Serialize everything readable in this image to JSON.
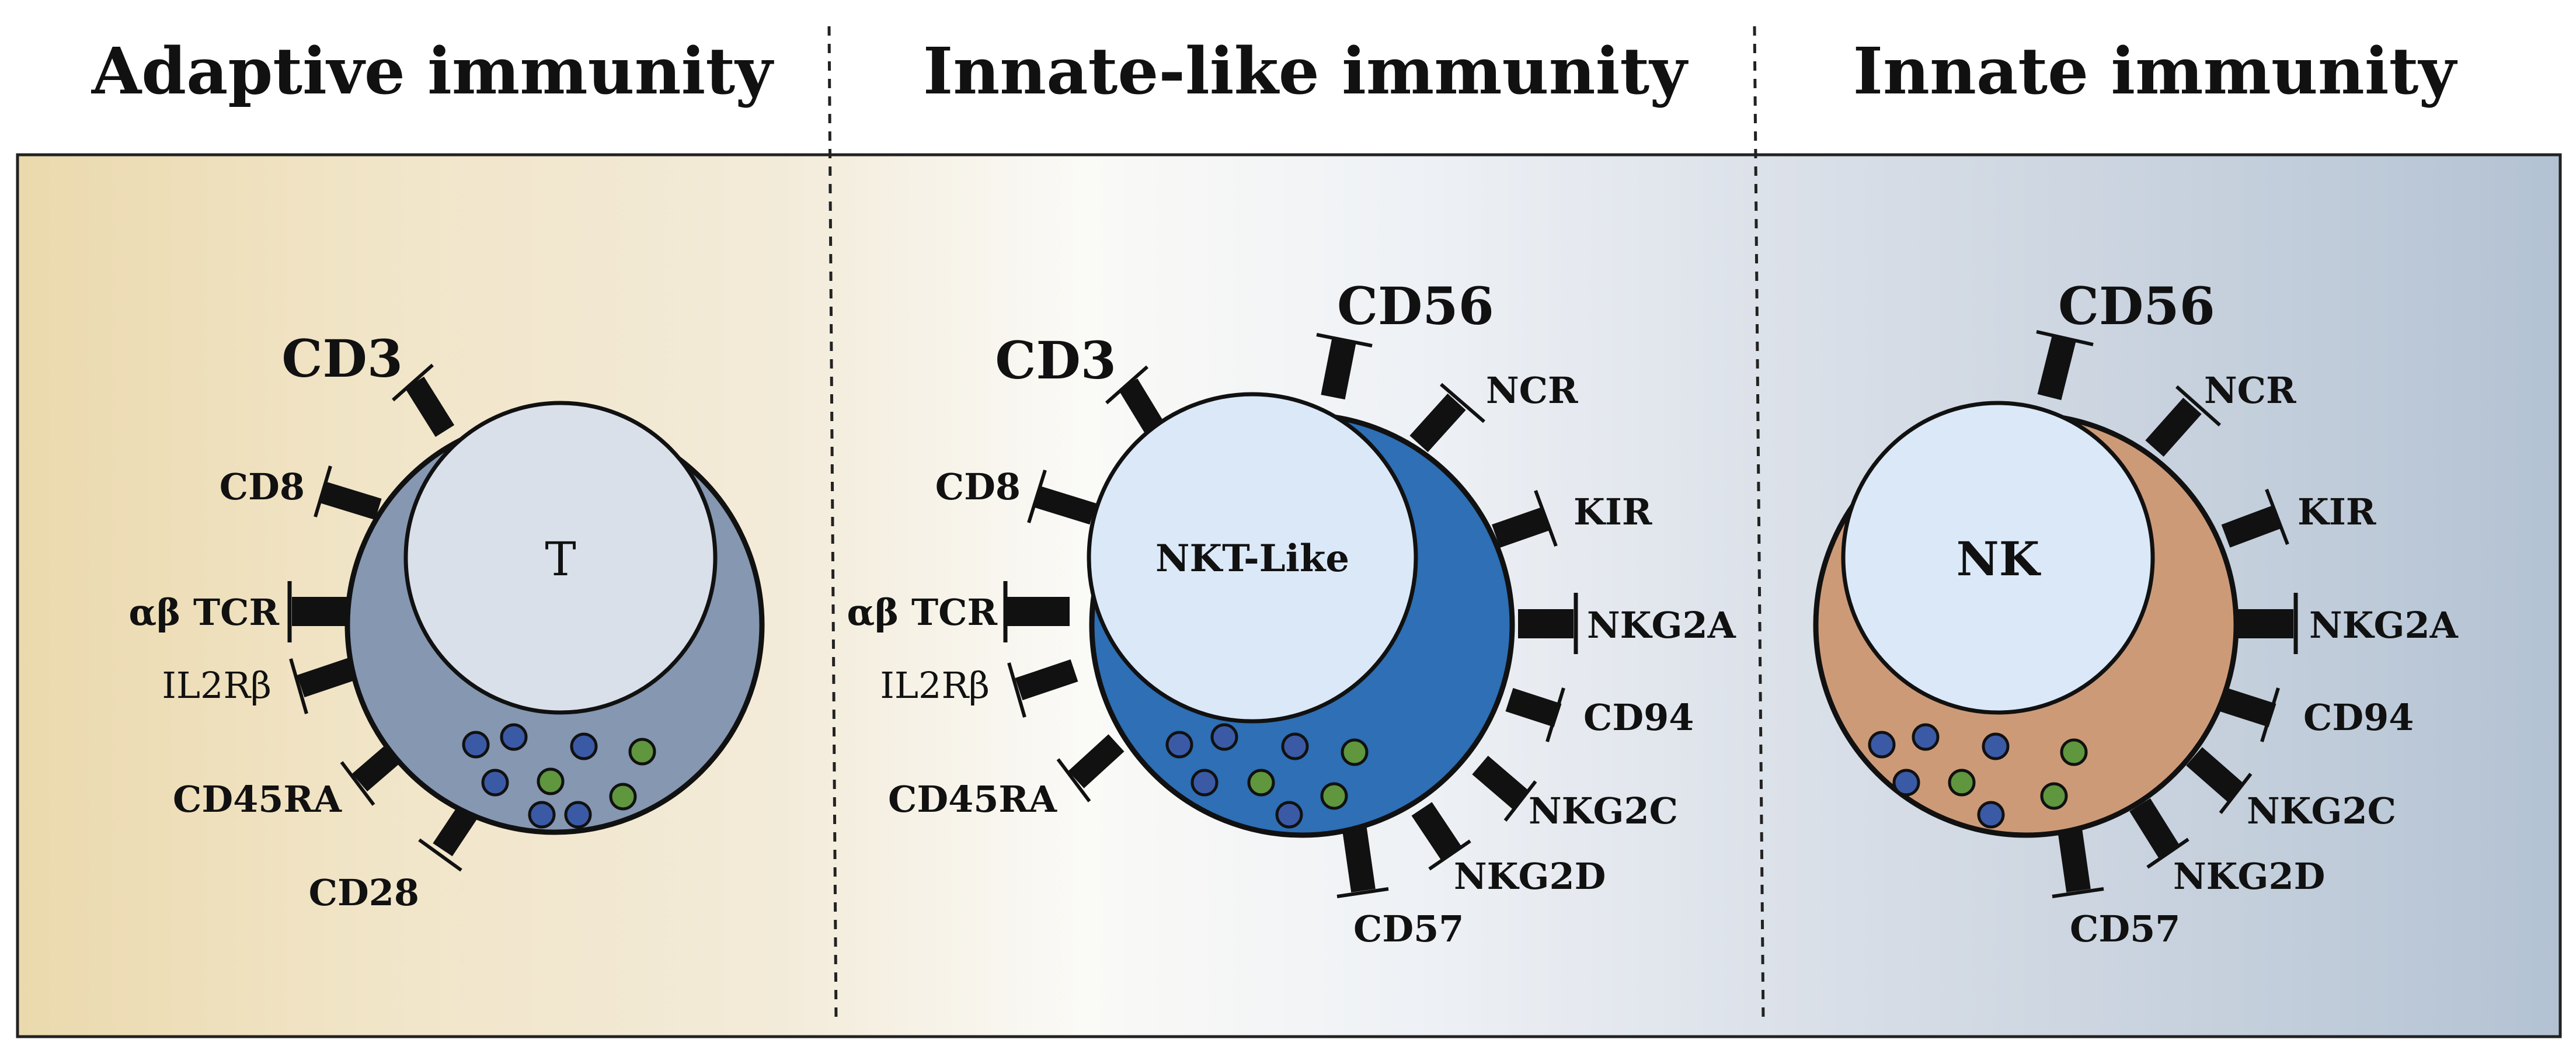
{
  "panels": [
    {
      "heading": "Adaptive immunity",
      "cell_label": "T",
      "color": "#8597b1"
    },
    {
      "heading": "Innate-like immunity",
      "cell_label": "NKT-Like",
      "color": "#2e6fb5"
    },
    {
      "heading": "Innate immunity",
      "cell_label": "NK",
      "color": "#cd9a78"
    }
  ],
  "receptors": {
    "t_cell": [
      "CD3",
      "CD8",
      "αβ TCR",
      "IL2Rβ",
      "CD45RA",
      "CD28"
    ],
    "nkt_like_left": [
      "CD3",
      "CD8",
      "αβ TCR",
      "IL2Rβ",
      "CD45RA"
    ],
    "nkt_like_right": [
      "CD56",
      "NCR",
      "KIR",
      "NKG2A",
      "CD94",
      "NKG2C",
      "NKG2D",
      "CD57"
    ],
    "nk_cell": [
      "CD56",
      "NCR",
      "KIR",
      "NKG2A",
      "CD94",
      "NKG2C",
      "NKG2D",
      "CD57"
    ]
  },
  "colors": {
    "granule_blue": "#3b5aa6",
    "granule_green": "#5f963e",
    "nucleus_grey": "#d9e0ea",
    "nucleus_light_blue": "#dbe8f7",
    "background_left": "#ede0bf",
    "background_right": "#b6c4d4"
  }
}
